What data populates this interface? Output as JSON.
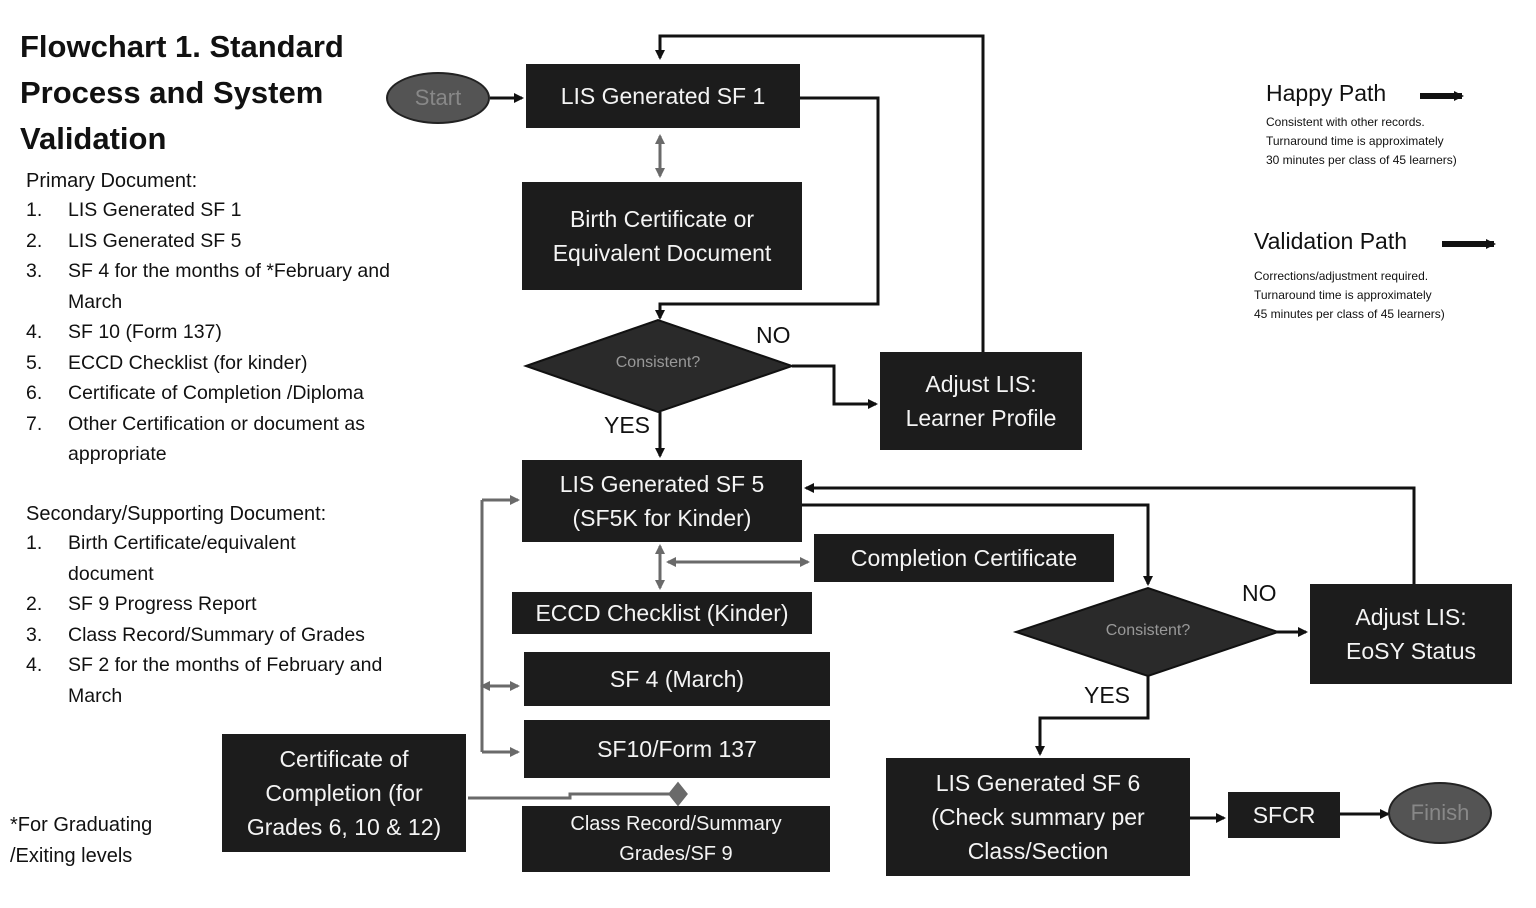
{
  "title_lines": [
    "Flowchart 1.  Standard",
    "Process  and System",
    "Validation"
  ],
  "primary": {
    "heading": "Primary Document:",
    "items": [
      {
        "num": "1.",
        "text": "LIS Generated SF 1"
      },
      {
        "num": "2.",
        "text": "LIS Generated SF 5"
      },
      {
        "num": "3.",
        "text": "SF 4 for the months of *February and March"
      },
      {
        "num": "4.",
        "text": "SF 10 (Form 137)"
      },
      {
        "num": "5.",
        "text": "ECCD Checklist  (for kinder)"
      },
      {
        "num": "6.",
        "text": "Certificate of Completion /Diploma"
      },
      {
        "num": "7.",
        "text": "Other Certification  or document as appropriate"
      }
    ]
  },
  "secondary": {
    "heading": "Secondary/Supporting Document:",
    "items": [
      {
        "num": "1.",
        "text": "Birth Certificate/equivalent document"
      },
      {
        "num": "2.",
        "text": "SF 9 Progress Report"
      },
      {
        "num": "3.",
        "text": "Class Record/Summary of Grades"
      },
      {
        "num": "4.",
        "text": "SF 2 for the months of February and March"
      }
    ]
  },
  "footnote": [
    "*For Graduating",
    "/Exiting levels"
  ],
  "nodes": {
    "start": "Start",
    "sf1": "LIS Generated SF 1",
    "birth": [
      "Birth Certificate or",
      "Equivalent Document"
    ],
    "consistent1": "Consistent?",
    "adjust_profile": [
      "Adjust LIS:",
      "Learner Profile"
    ],
    "sf5": [
      "LIS Generated SF 5",
      "(SF5K for Kinder)"
    ],
    "completion": "Completion Certificate",
    "eccd": "ECCD Checklist (Kinder)",
    "sf4": "SF 4 (March)",
    "sf10": "SF10/Form 137",
    "cert_completion": [
      "Certificate of",
      "Completion (for",
      "Grades 6, 10 & 12)"
    ],
    "class_record": [
      "Class Record/Summary",
      "Grades/SF 9"
    ],
    "consistent2": "Consistent?",
    "adjust_eosy": [
      "Adjust LIS:",
      "EoSY Status"
    ],
    "sf6": [
      "LIS Generated SF 6",
      "(Check summary per",
      "Class/Section"
    ],
    "sfcr": "SFCR",
    "finish": "Finish"
  },
  "labels": {
    "no1": "NO",
    "yes1": "YES",
    "no2": "NO",
    "yes2": "YES"
  },
  "legend": {
    "happy": {
      "title": "Happy Path",
      "lines": [
        "Consistent  with other records.",
        "Turnaround time is  approximately",
        "30 minutes per class of 45 learners)"
      ]
    },
    "validation": {
      "title": "Validation Path",
      "lines": [
        "Corrections/adjustment required.",
        "Turnaround time is  approximately",
        "45  minutes per class of 45 learners)"
      ]
    }
  },
  "colors": {
    "box": "#1c1c1c",
    "box_text": "#f4f4f4",
    "oval": "#545454",
    "diamond": "#2a2a2a",
    "line": "#111111",
    "double_arrow": "#6a6a6a"
  }
}
